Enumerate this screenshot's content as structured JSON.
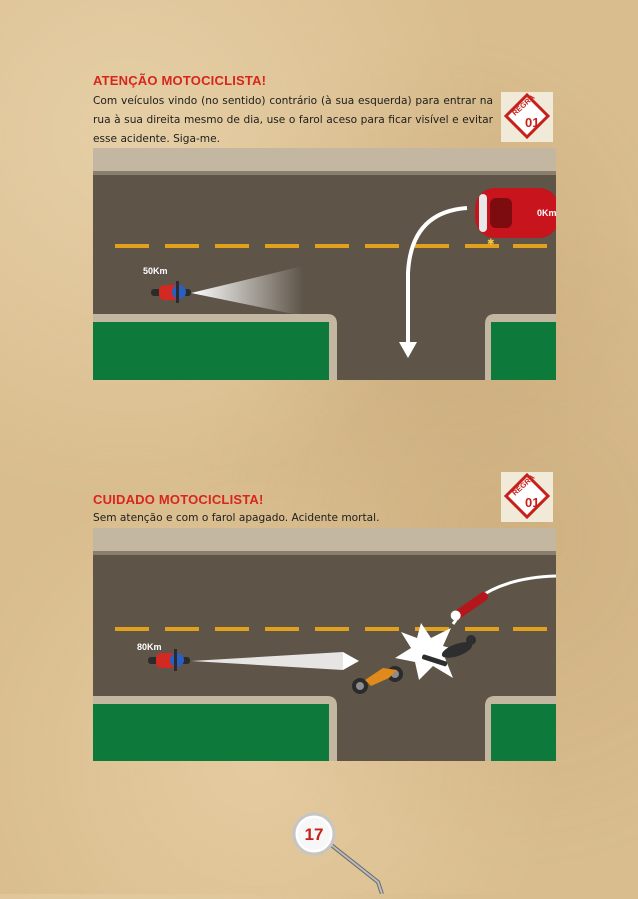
{
  "rule1": {
    "title": "ATENÇÃO MOTOCICLISTA!",
    "text": "Com veículos vindo (no sentido) contrário (à sua esquerda) para entrar na rua à sua direita mesmo de dia, use o farol aceso para ficar visível e evitar esse acidente. Siga-me.",
    "badge_word": "REGRA",
    "badge_number": "01",
    "moto_speed": "50Km",
    "car_speed": "0Km"
  },
  "rule2": {
    "title": "CUIDADO MOTOCICLISTA!",
    "text": "Sem atenção e com o farol apagado. Acidente mortal.",
    "badge_word": "REGRA",
    "badge_number": "01",
    "moto_speed": "80Km"
  },
  "page_number": "17",
  "colors": {
    "title_red": "#d7261c",
    "road": "#5e5448",
    "grass": "#0d7a3c",
    "lane_yellow": "#e2a11c"
  }
}
